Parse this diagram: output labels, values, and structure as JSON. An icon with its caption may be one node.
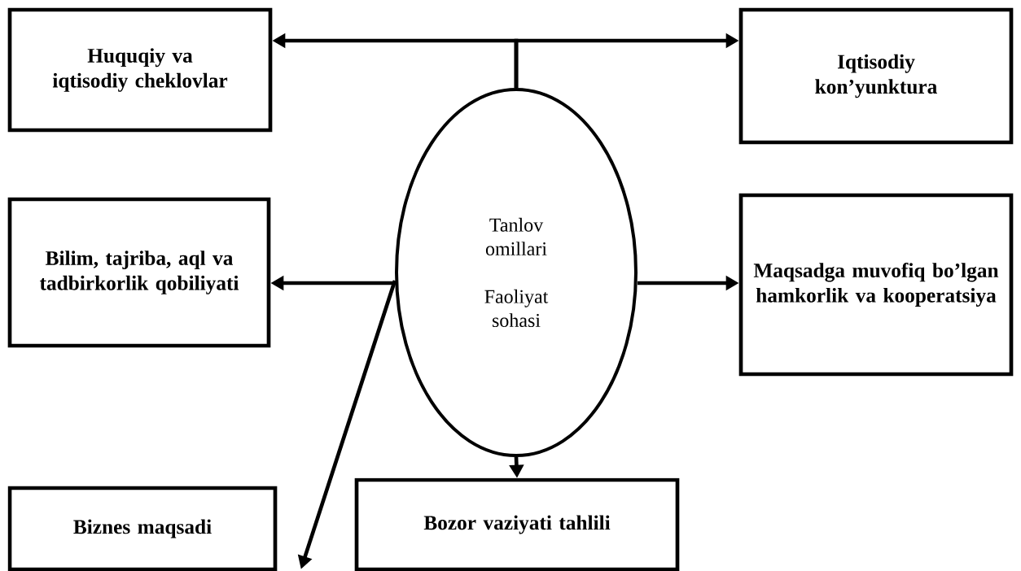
{
  "diagram": {
    "nodes": [
      {
        "text": [
          "Huquqiy va iqtisodiy cheklovlar"
        ]
      },
      {
        "text": [
          "Iqtisodiy kon’yunktura"
        ]
      },
      {
        "text": [
          "Tanlov omillari",
          "Faoliyat sohasi"
        ]
      },
      {
        "text": [
          "Bilim, tajriba, aql va tadbirkorlik qobiliyati"
        ]
      },
      {
        "text": [
          "Maqsadga muvofiq bo’lgan hamkorlik va kooperatsiya"
        ]
      },
      {
        "text": [
          "Biznes maqsadi"
        ]
      },
      {
        "text": [
          "Bozor vaziyati tahlili"
        ]
      }
    ],
    "edges": [
      {
        "from": 2,
        "to": 0,
        "arrow": "to"
      },
      {
        "from": 2,
        "to": 1,
        "arrow": "to"
      },
      {
        "from": 2,
        "to": 3,
        "arrow": "to"
      },
      {
        "from": 2,
        "to": 4,
        "arrow": "to"
      },
      {
        "from": 2,
        "to": 5,
        "arrow": "to"
      },
      {
        "from": 2,
        "to": 6,
        "arrow": "to"
      }
    ]
  }
}
